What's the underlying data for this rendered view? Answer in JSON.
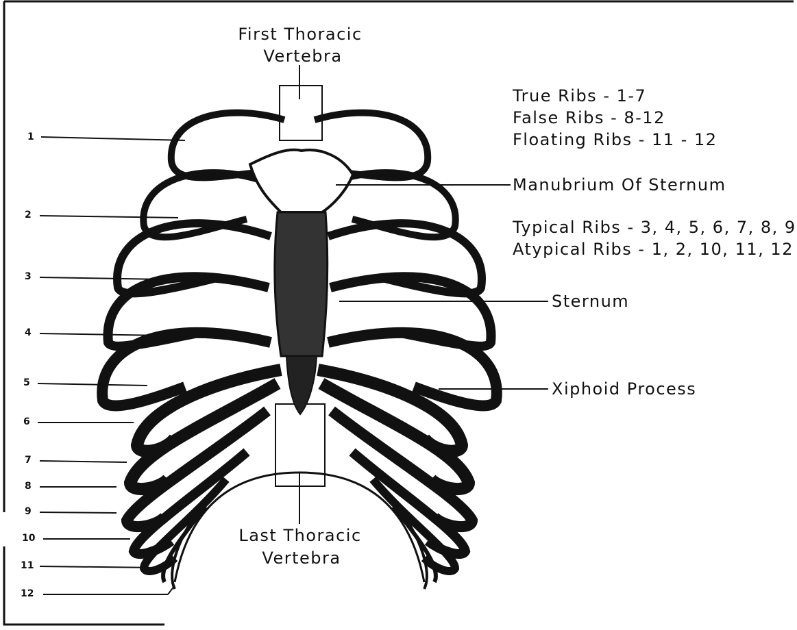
{
  "labels": {
    "first_thoracic_line1": "First Thoracic",
    "first_thoracic_line2": "Vertebra",
    "last_thoracic_line1": "Last Thoracic",
    "last_thoracic_line2": "Vertebra",
    "manubrium": "Manubrium Of Sternum",
    "sternum": "Sternum",
    "xiphoid": "Xiphoid Process"
  },
  "legend": {
    "true_ribs": "True Ribs - 1-7",
    "false_ribs": "False Ribs - 8-12",
    "floating_ribs": "Floating Ribs - 11 - 12",
    "typical_ribs": "Typical Ribs - 3, 4, 5, 6, 7, 8, 9",
    "atypical_ribs": "Atypical Ribs - 1, 2, 10, 11, 12"
  },
  "rib_numbers": [
    "1",
    "2",
    "3",
    "4",
    "5",
    "6",
    "7",
    "8",
    "9",
    "10",
    "11",
    "12"
  ],
  "colors": {
    "ink": "#111111",
    "paper": "#ffffff"
  }
}
